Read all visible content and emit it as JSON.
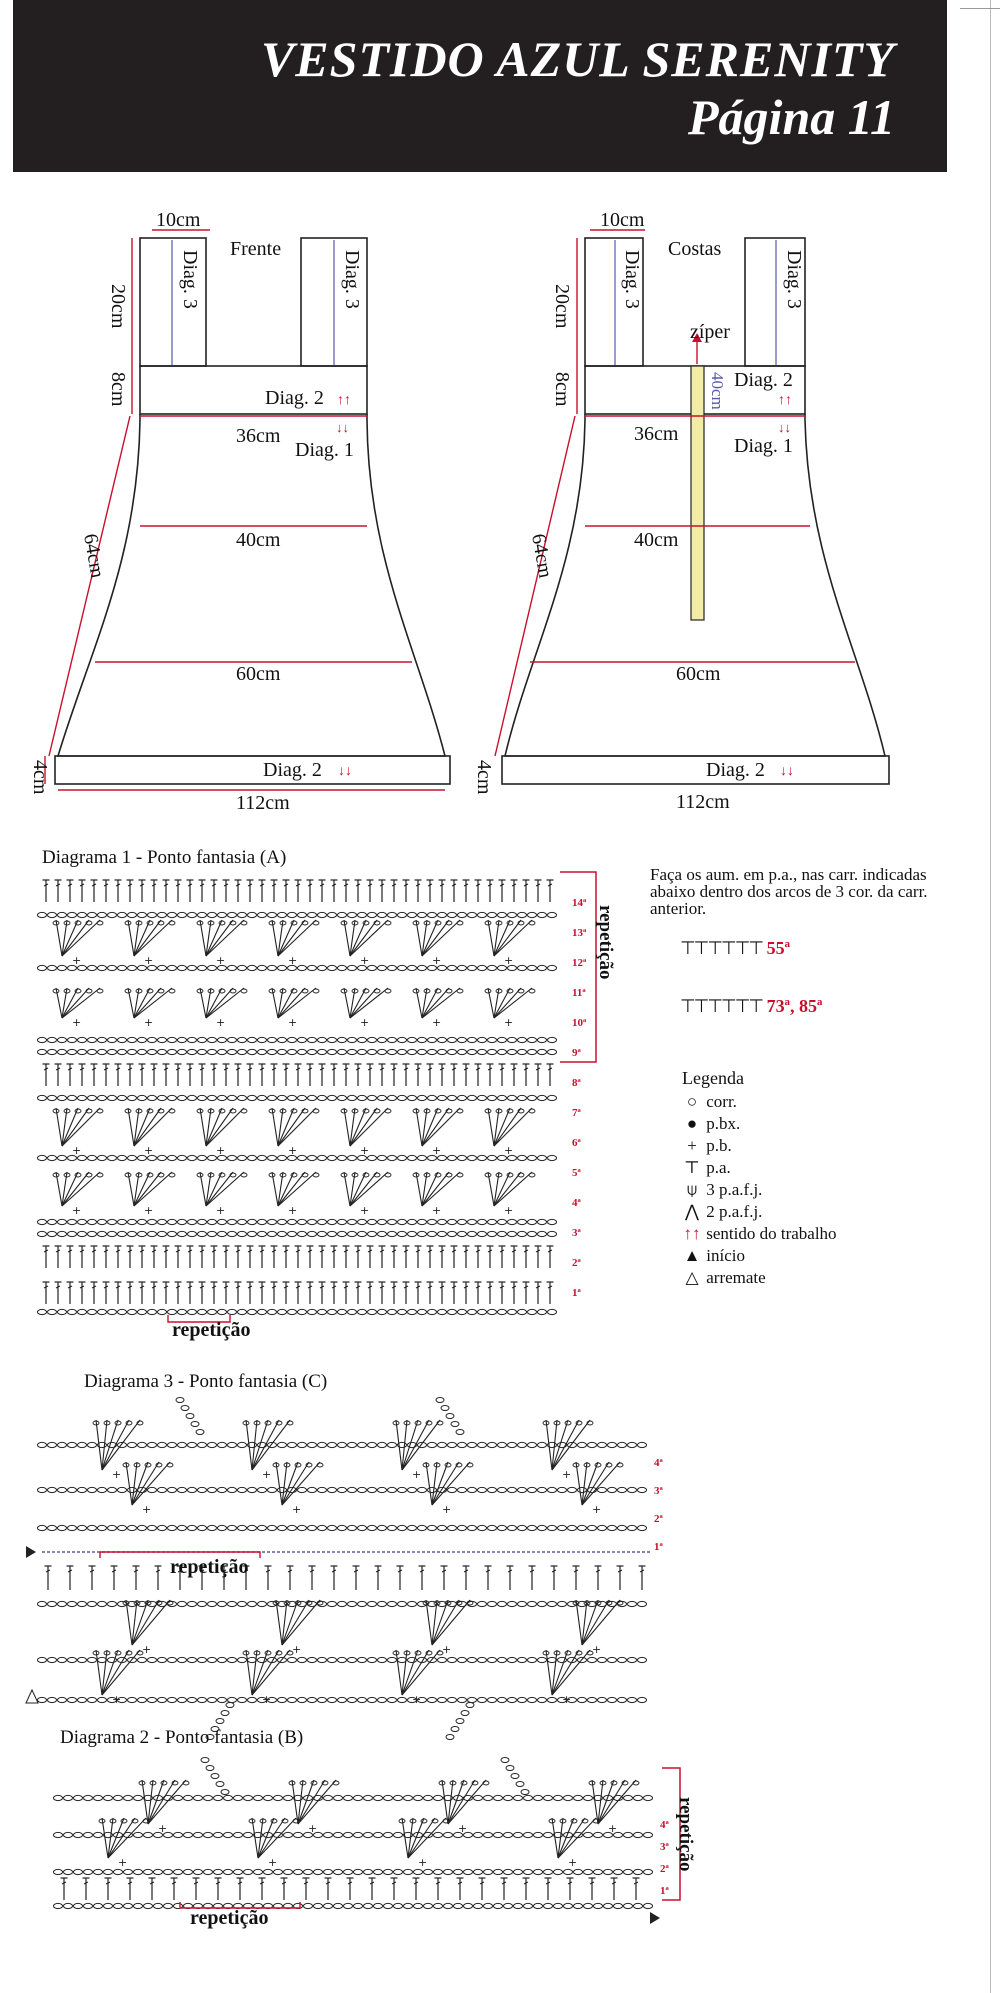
{
  "header": {
    "title": "VESTIDO AZUL SERENITY",
    "page": "Página 11"
  },
  "front": {
    "name": "Frente",
    "strap_width": "10cm",
    "strap_height": "20cm",
    "strap_diag": "Diag. 3",
    "yoke_height": "8cm",
    "yoke_diag": "Diag. 2",
    "body_diag": "Diag. 1",
    "w36": "36cm",
    "w40": "40cm",
    "w60": "60cm",
    "w112": "112cm",
    "skirt_len": "64cm",
    "hem_height": "4cm",
    "hem_diag": "Diag. 2"
  },
  "back": {
    "name": "Costas",
    "strap_width": "10cm",
    "strap_height": "20cm",
    "strap_diag": "Diag. 3",
    "yoke_height": "8cm",
    "yoke_diag": "Diag. 2",
    "body_diag": "Diag. 1",
    "zipper": "zíper",
    "zipper_len": "40cm",
    "w36": "36cm",
    "w40": "40cm",
    "w60": "60cm",
    "w112": "112cm",
    "skirt_len": "64cm",
    "hem_height": "4cm",
    "hem_diag": "Diag. 2"
  },
  "diagram1": {
    "title": "Diagrama 1 - Ponto fantasia (A)",
    "repeat_h": "repetição",
    "repeat_v": "repetição",
    "rows": [
      "14ª",
      "13ª",
      "12ª",
      "11ª",
      "10ª",
      "9ª",
      "8ª",
      "7ª",
      "6ª",
      "5ª",
      "4ª",
      "3ª",
      "2ª",
      "1ª"
    ]
  },
  "increase": {
    "note": "Faça os aum. em p.a., nas carr. indicadas abaixo dentro dos arcos de 3 cor. da carr. anterior.",
    "row_a": "55ª",
    "row_b": "73ª, 85ª"
  },
  "legend": {
    "title": "Legenda",
    "items": [
      {
        "symbol": "○",
        "label": "corr."
      },
      {
        "symbol": "●",
        "label": "p.bx."
      },
      {
        "symbol": "+",
        "label": "p.b."
      },
      {
        "symbol": "⊤",
        "label": "p.a."
      },
      {
        "symbol": "⍦",
        "label": "3 p.a.f.j."
      },
      {
        "symbol": "⋀",
        "label": "2 p.a.f.j."
      },
      {
        "symbol": "↑↑",
        "label": "sentido do trabalho"
      },
      {
        "symbol": "▲",
        "label": "início"
      },
      {
        "symbol": "△",
        "label": "arremate"
      }
    ]
  },
  "diagram3": {
    "title": "Diagrama 3 - Ponto fantasia (C)",
    "repeat": "repetição",
    "rows": [
      "4ª",
      "3ª",
      "2ª",
      "1ª"
    ]
  },
  "diagram2": {
    "title": "Diagrama 2 - Ponto fantasia (B)",
    "repeat_h": "repetição",
    "repeat_v": "repetição",
    "rows": [
      "4ª",
      "3ª",
      "2ª",
      "1ª"
    ]
  },
  "colors": {
    "header_bg": "#231f20",
    "accent_red": "#c8102e",
    "guide_blue": "#5a5aa8",
    "zipper_yellow": "#f3eca6"
  }
}
